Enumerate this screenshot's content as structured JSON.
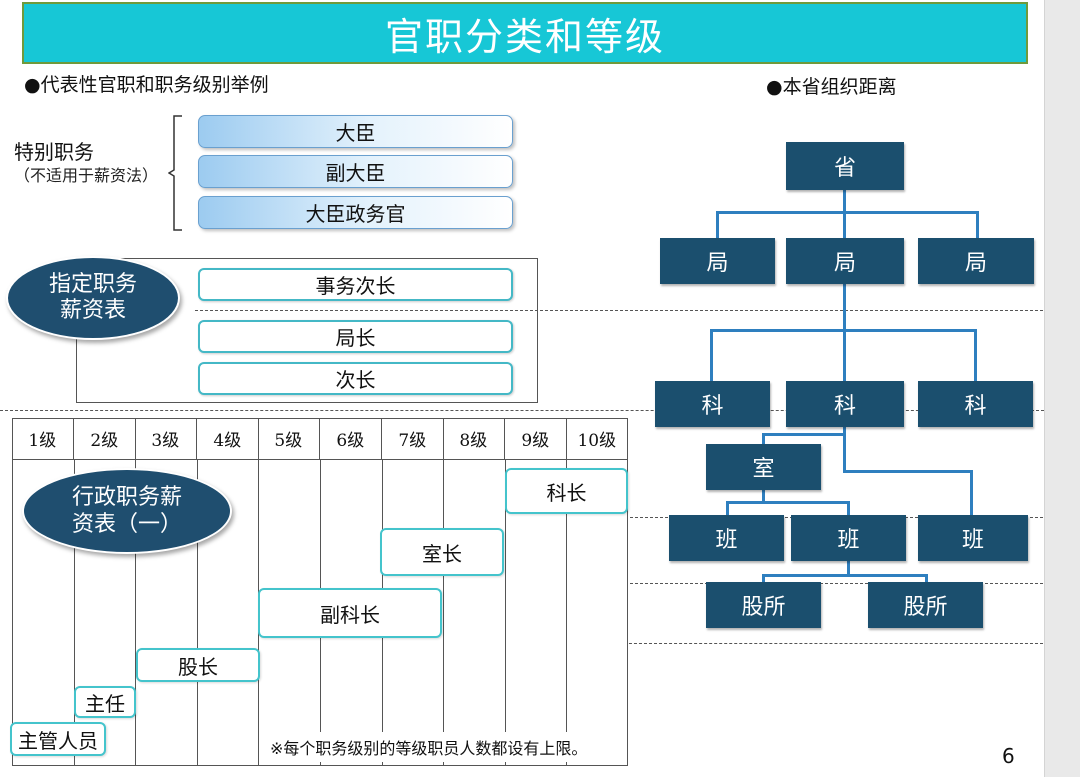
{
  "title": "官职分类和等级",
  "left_heading": "●代表性官职和职务级别举例",
  "right_heading": "●本省组织距离",
  "special_posts": {
    "label": "特别职务",
    "note": "（不适用于薪资法）",
    "items": [
      "大臣",
      "副大臣",
      "大臣政务官"
    ]
  },
  "designated": {
    "label": "指定职务\n薪资表",
    "items": [
      "事务次长",
      "局长",
      "次长"
    ]
  },
  "admin": {
    "label": "行政职务薪\n资表（一）",
    "grades": [
      "1级",
      "2级",
      "3级",
      "4级",
      "5级",
      "6级",
      "7级",
      "8级",
      "9级",
      "10级"
    ],
    "ranks": [
      "科长",
      "室长",
      "副科长",
      "股长",
      "主任",
      "主管人员"
    ]
  },
  "note": "※每个职务级别的等级职员人数都设有上限。",
  "page_number": "6",
  "org": {
    "top": "省",
    "bureaus": [
      "局",
      "局",
      "局"
    ],
    "divisions": [
      "科",
      "科",
      "科"
    ],
    "office": "室",
    "teams": [
      "班",
      "班",
      "班"
    ],
    "sections": [
      "股所",
      "股所"
    ]
  },
  "colors": {
    "title_bg": "#17c7d6",
    "org_box": "#1b4f6e",
    "org_line": "#2e7fbf",
    "ellipse": "#1f4e6f",
    "rank_border": "#44c4cc"
  }
}
